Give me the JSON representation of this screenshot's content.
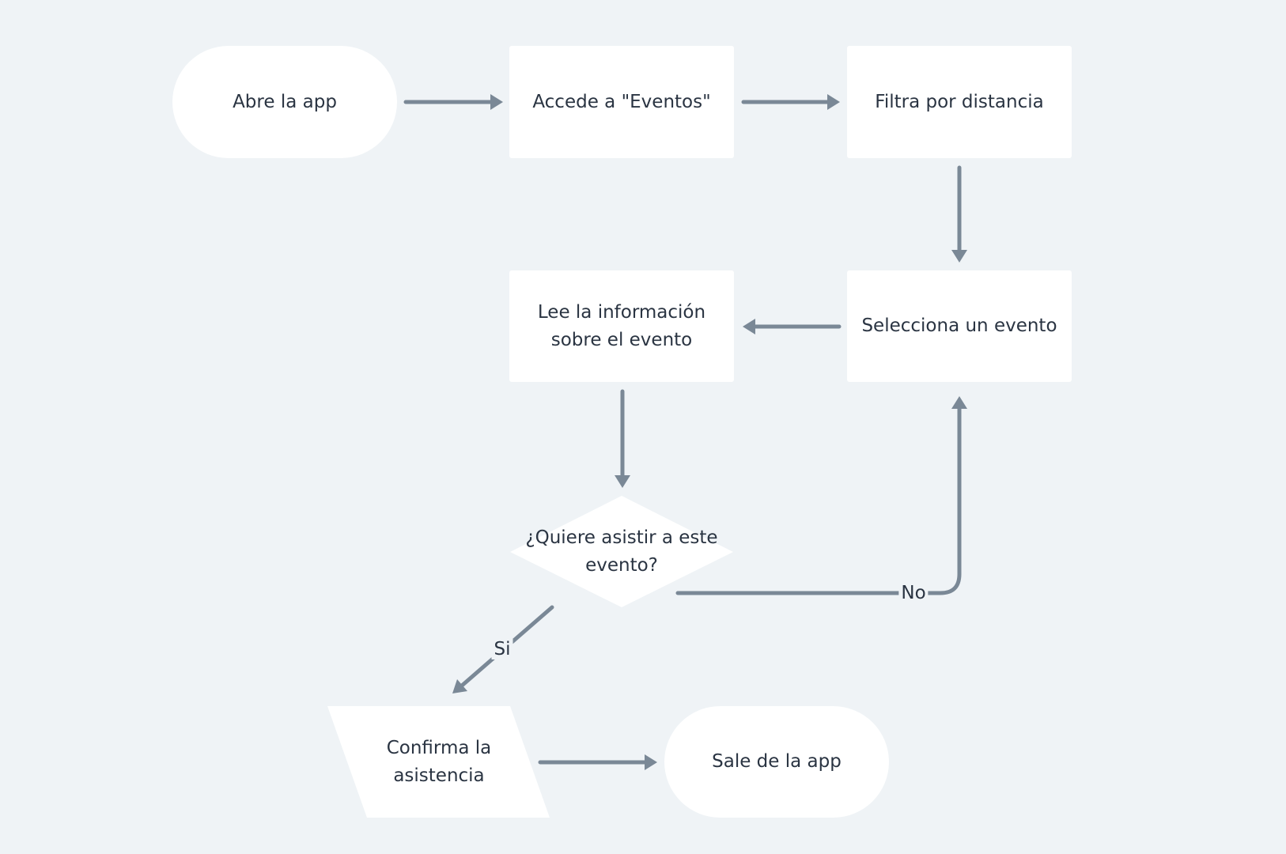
{
  "diagram": {
    "nodes": {
      "start": "Abre la app",
      "events": "Accede a \"Eventos\"",
      "filter": "Filtra por distancia",
      "select": "Selecciona un evento",
      "read": "Lee la información\nsobre el evento",
      "decision": "¿Quiere asistir a este\nevento?",
      "confirm": "Confirma la\nasistencia",
      "end": "Sale de la app"
    },
    "edge_labels": {
      "yes": "Si",
      "no": "No"
    },
    "colors": {
      "background": "#eff3f6",
      "node_fill": "#ffffff",
      "edge": "#7a8896",
      "text": "#2a3442"
    }
  }
}
